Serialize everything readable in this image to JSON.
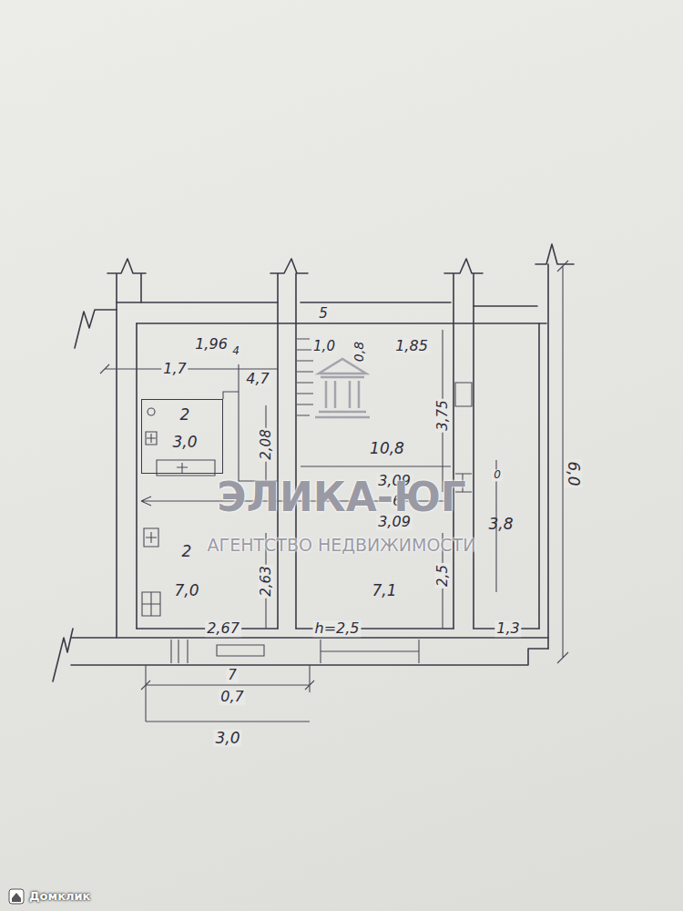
{
  "diagram": {
    "nodes": [
      {
        "text": [
          "2",
          "7,0"
        ]
      },
      {
        "text": [
          "2",
          "3,0"
        ],
        "in": 0
      },
      {
        "text": [
          "10,8",
          "7,1"
        ]
      },
      {
        "text": [
          "3,8"
        ]
      }
    ],
    "labels": [
      "5",
      "1,96",
      "4",
      "1,0",
      "0,8",
      "1,85",
      "1,7",
      "4,7",
      "2,08",
      "3,75",
      "0",
      "3,09",
      "6",
      "3,09",
      "2,63",
      "2,5",
      "2,67",
      "h=2,5",
      "1,3",
      "7",
      "0,7",
      "3,0",
      "6,0",
      "ЭЛИКА-ЮГ",
      "АГЕНТСТВО НЕДВИЖИМОСТИ",
      "Домклик"
    ]
  }
}
